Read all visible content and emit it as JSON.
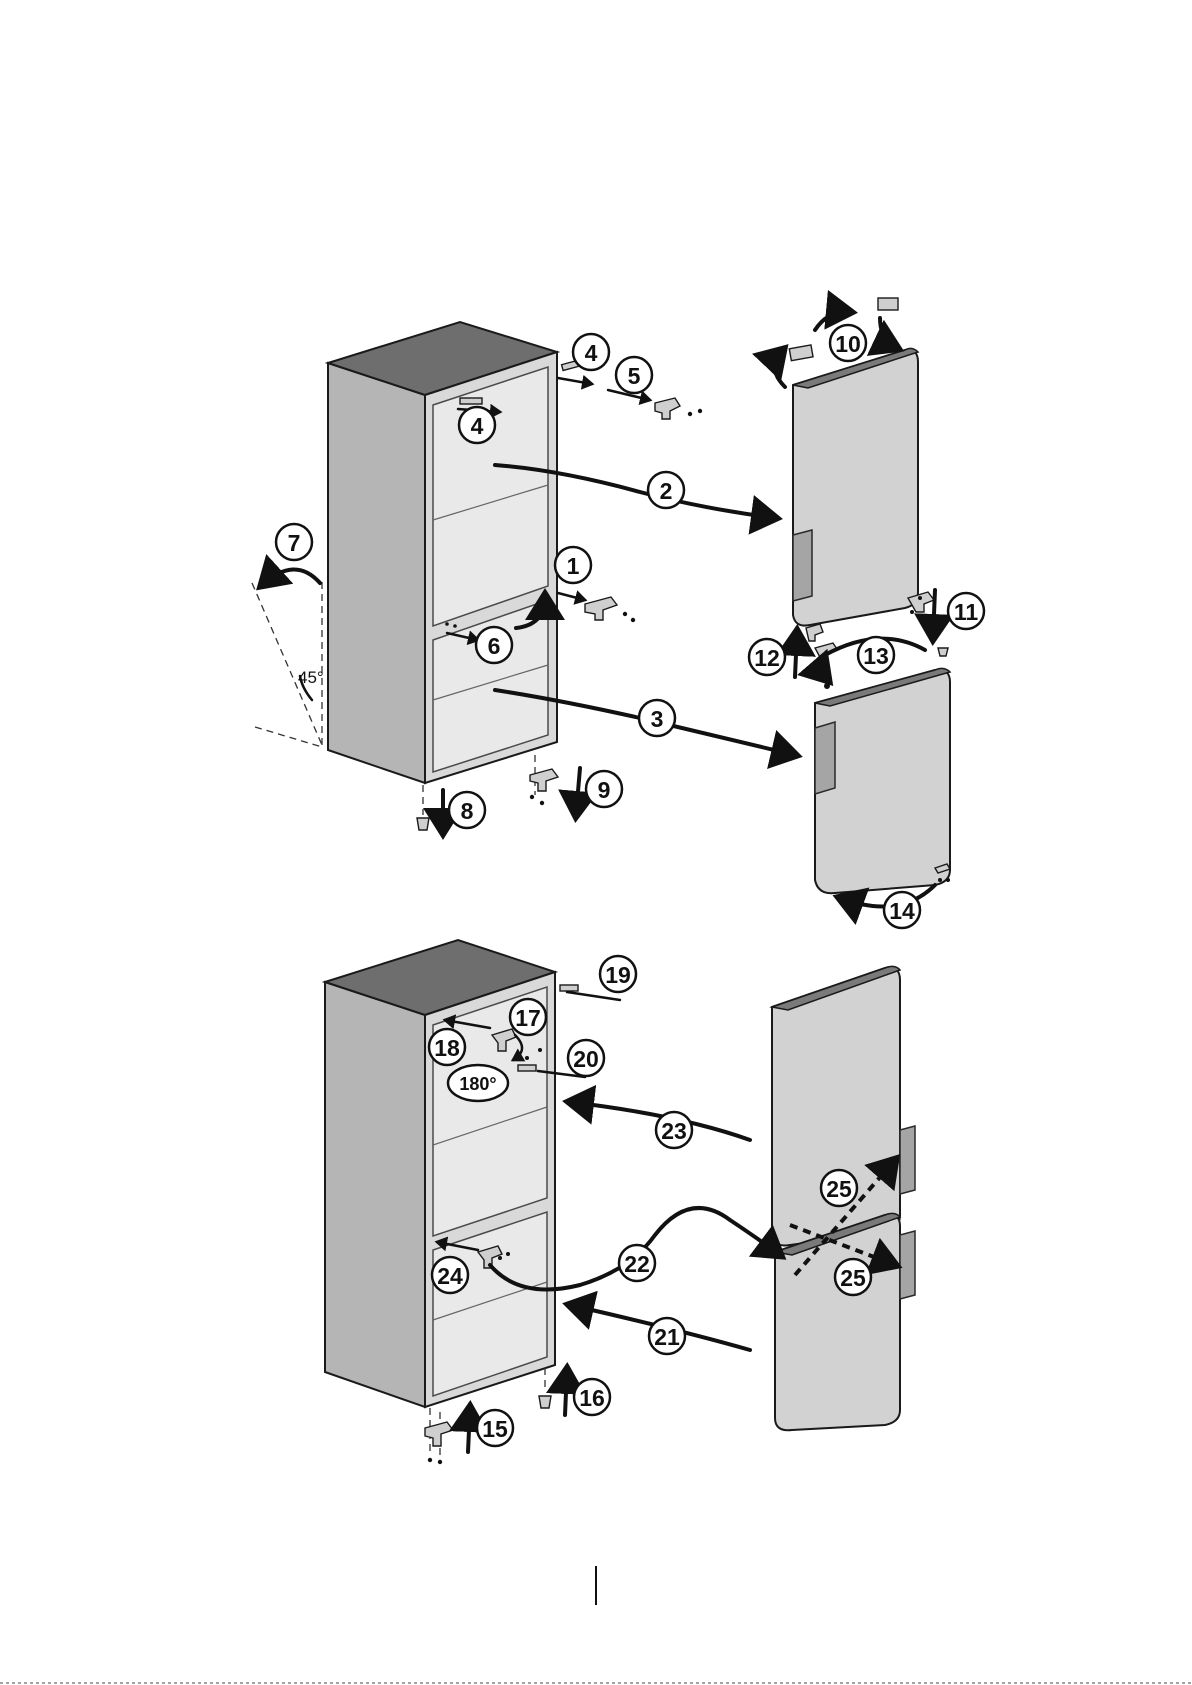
{
  "step_labels": {
    "s1": "1",
    "s2": "2",
    "s3": "3",
    "s4a": "4",
    "s4b": "4",
    "s5": "5",
    "s6": "6",
    "s7": "7",
    "s8": "8",
    "s9": "9",
    "s10": "10",
    "s11": "11",
    "s12": "12",
    "s13": "13",
    "s14": "14",
    "s15": "15",
    "s16": "16",
    "s17": "17",
    "s18": "18",
    "s19": "19",
    "s20": "20",
    "s21": "21",
    "s22": "22",
    "s23": "23",
    "s24": "24",
    "s25a": "25",
    "s25b": "25"
  },
  "angle_label": "45°",
  "rotation_label": "180°"
}
